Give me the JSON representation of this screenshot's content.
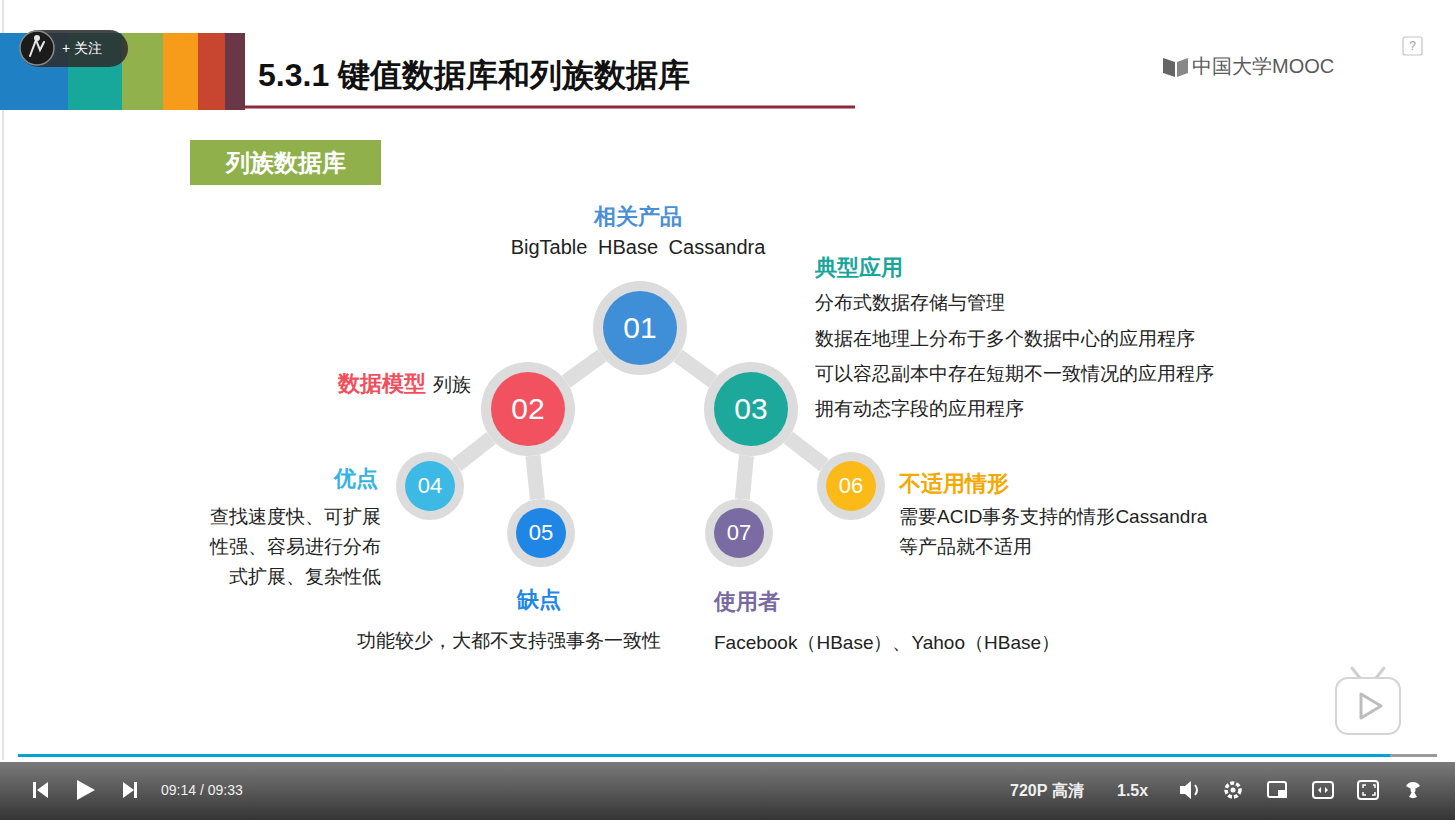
{
  "diagram": {
    "title": "5.3.1 键值数据库和列族数据库",
    "nodes": [
      {
        "text": [
          "+ 关注"
        ]
      },
      {
        "text": [
          "列族数据库"
        ]
      },
      {
        "text": [
          "01"
        ]
      },
      {
        "text": [
          "02"
        ]
      },
      {
        "text": [
          "03"
        ]
      },
      {
        "text": [
          "04"
        ]
      },
      {
        "text": [
          "05"
        ]
      },
      {
        "text": [
          "06"
        ]
      },
      {
        "text": [
          "07"
        ]
      }
    ],
    "edges": [
      {
        "from": 2,
        "to": 3,
        "arrow": "none"
      },
      {
        "from": 2,
        "to": 4,
        "arrow": "none"
      },
      {
        "from": 3,
        "to": 5,
        "arrow": "none"
      },
      {
        "from": 3,
        "to": 6,
        "arrow": "none"
      },
      {
        "from": 4,
        "to": 8,
        "arrow": "none"
      },
      {
        "from": 4,
        "to": 7,
        "arrow": "none"
      }
    ],
    "labels": [
      "中国大学MOOC",
      "?",
      "相关产品",
      "BigTable HBase Cassandra",
      "典型应用",
      "分布式数据存储与管理",
      "数据在地理上分布于多个数据中心的应用程序",
      "可以容忍副本中存在短期不一致情况的应用程序",
      "拥有动态字段的应用程序",
      "数据模型",
      "列族",
      "优点",
      "不适用情形",
      "查找速度快、可扩展性强、容易进行分布式扩展、复杂性低",
      "需要ACID事务支持的情形Cassandra等产品就不适用",
      "缺点",
      "使用者",
      "功能较少，大都不支持强事务一致性",
      "Facebook（HBase）、Yahoo（HBase）",
      "09:14 / 09:33",
      "720P 高清",
      "1.5x"
    ]
  }
}
